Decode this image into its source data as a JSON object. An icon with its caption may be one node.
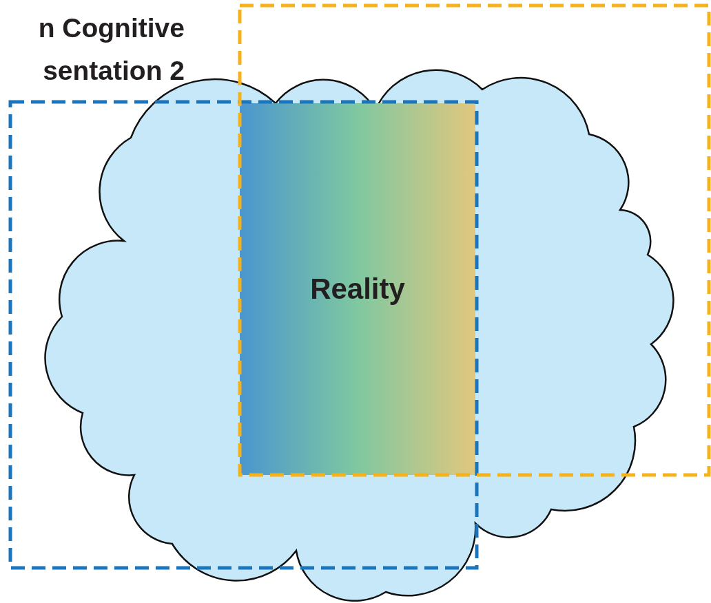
{
  "diagram": {
    "nodes": [
      {
        "text": [],
        "shape": "cloud"
      },
      {
        "text": [],
        "shape": "box"
      },
      {
        "text": [],
        "shape": "box"
      },
      {
        "text": [
          "Reality"
        ]
      }
    ],
    "labels": [
      "n Cognitive sentation 2"
    ]
  }
}
